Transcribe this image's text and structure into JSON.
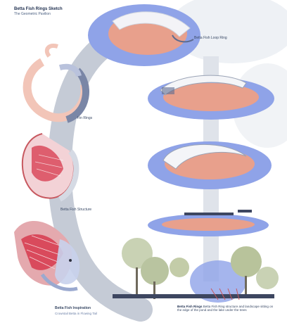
{
  "captions": {
    "title": "Betta Fish Rings Sketch",
    "subtitle": "The Geometric Pavilion",
    "top_ring": "Betta Fish Loop Ring",
    "fin_rings": "Fin Rings",
    "betta_structure": "Betta Fish Structure",
    "inspiration": "Betta Fish Inspiration",
    "inspiration_sub": "Crowntail Betta in Flowing Tail",
    "bottom_title": "Betta Fish Rings",
    "bottom_body": "Betta Fish Ring structure and landscape sitting on the edge of the pond and the lake under the trees"
  },
  "colors": {
    "ring_blue": "#8fa3e8",
    "salmon": "#e8a08c",
    "gray_band": "#b7bdc9",
    "fish_red": "#d94a5c"
  }
}
